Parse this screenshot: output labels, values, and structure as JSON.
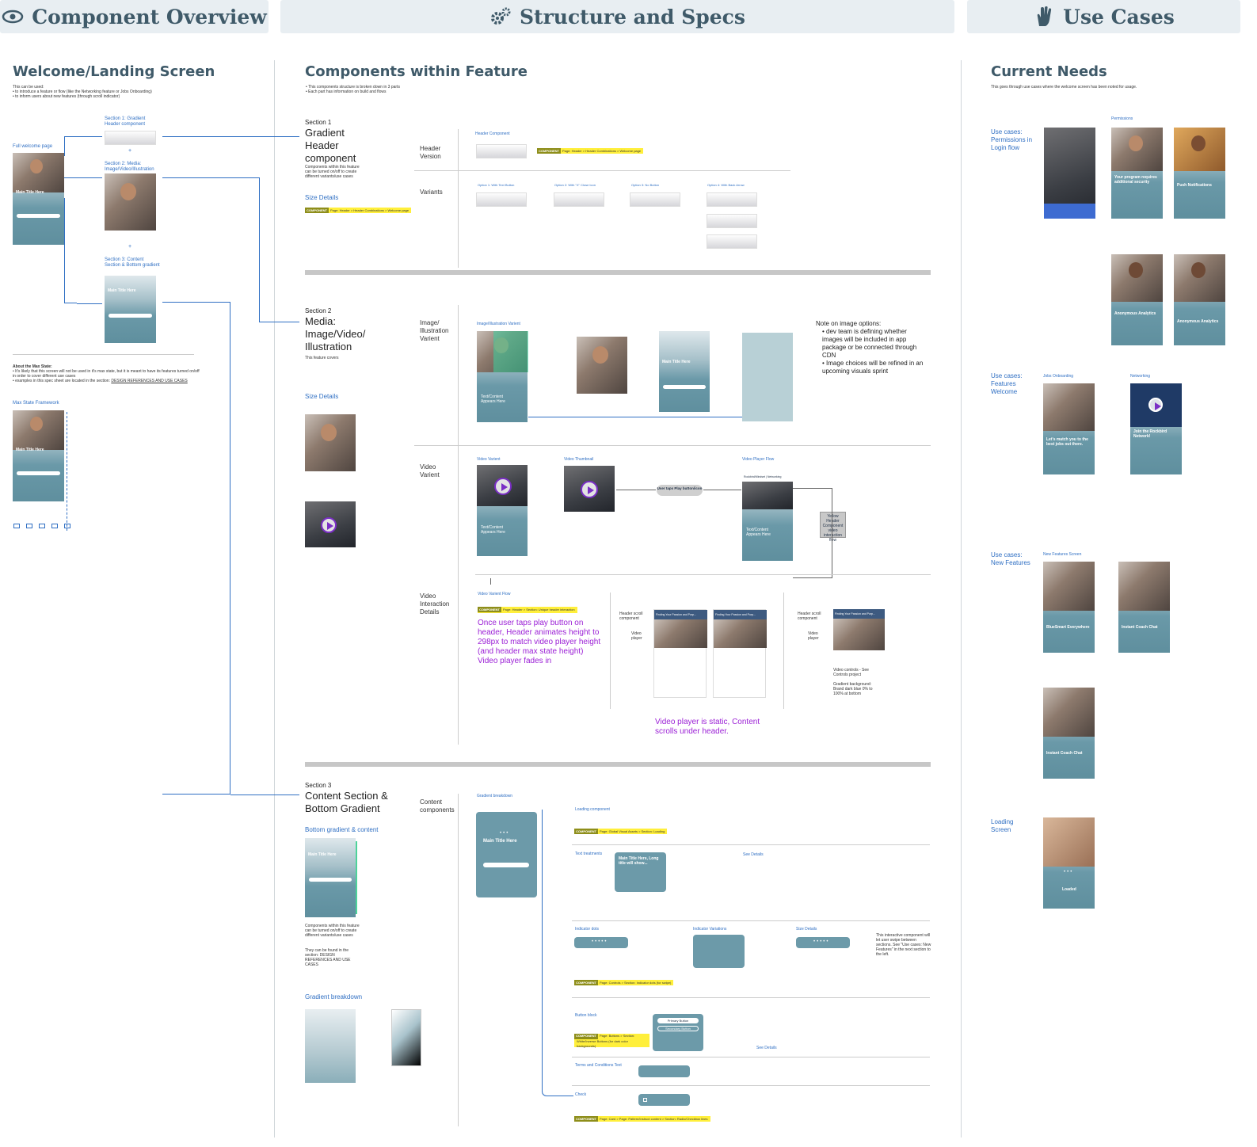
{
  "banners": {
    "overview": "Component Overview",
    "structure": "Structure and Specs",
    "use_cases": "Use Cases"
  },
  "overview": {
    "heading": "Welcome/Landing Screen",
    "intro": "This can be used:",
    "bullets": [
      "to introduce a feature or flow (like the Networking feature or Jobs Onboarding)",
      "to inform users about new features (through scroll indicator)"
    ],
    "full_page_label": "Full welcome page",
    "section1_label": "Section 1: Gradient Header component",
    "section2_label": "Section 2: Media: Image/Video/Illustration",
    "section3_label": "Section 3: Content Section & Bottom gradient",
    "card_title": "Main Title Here",
    "primary_button": "Primary Button",
    "max_state_title": "About the Max State:",
    "max_state_bullets": [
      "It's likely that this screen will not be used in it's max state, but it is meant to have its features turned on/off in order to cover different use cases",
      "examples in this spec sheet are located in the section:"
    ],
    "max_state_link": "DESIGN REFERENCES AND USE CASES",
    "framework_label": "Max State Framework"
  },
  "structure": {
    "heading": "Components within Feature",
    "bullets": [
      "This components structure is broken down in 3 parts",
      "Each part has information on build and flows"
    ],
    "s1": {
      "num": "Section 1",
      "title": "Gradient Header component",
      "desc": "Components within this feature can be turned on/off to create different variants/use cases",
      "size_link": "Size Details",
      "tag_a": "COMPONENT",
      "tag_b": "Page: Header > Header Combinations > Welcome page",
      "row1_label": "Header Version",
      "row1_caption": "Header Component",
      "row2_label": "Variants",
      "variants": [
        "Option 1: With Text Button",
        "Option 2: With \"X\" Close Icon",
        "Option 3: No Button",
        "Option 4: With Back Arrow"
      ]
    },
    "s2": {
      "num": "Section 2",
      "title": "Media: Image/Video/ Illustration",
      "desc": "This feature covers",
      "size_link": "Size Details",
      "row1_label": "Image/ Illustration Varient",
      "row1_caption": "Image/Illustration Varient",
      "text_content": "Text/Content Appears Here",
      "note_title": "Note on image options:",
      "note_bullets": [
        "dev team is defining whether images will be included in app package or be connected through CDN",
        "Image choices will be refined in an upcoming visuals sprint"
      ],
      "row2_label": "Video Varient",
      "video_caption": "Video Varient",
      "video_thumb": "Video Thumbnail",
      "user_taps": "User taps Play button/icon",
      "video_player_flow": "Video Player Flow",
      "player_title": "Rockbird/Mindset | Networking",
      "yellow_box": "Yellow Header Component video interaction flow",
      "row3_label": "Video Interaction Details",
      "video_flow": "Video Varient Flow",
      "tag_b": "Page: Header > Section: Unique header interaction",
      "purple_text": "Once user taps play button on header, Header animates height to 298px to match video player height (and header max state height) Video player fades in",
      "header_scroll": "Header scroll component",
      "video_player": "Video player",
      "card_heading": "Finding Your Passion and Purp...",
      "video_controls": "Video controls - See Controls project",
      "gradient_bg": "Gradient background: Brand dark blue 0% to 100% at bottom",
      "static_note": "Video player is static, Content scrolls under header."
    },
    "s3": {
      "num": "Section 3",
      "title": "Content Section & Bottom Gradient",
      "bottom_link": "Bottom gradient & content",
      "desc": "Components within this feature can be turned on/off to create different variants/use cases",
      "desc2": "They can be found in the section: DESIGN REFERENCES AND USE CASES",
      "breakdown_link": "Gradient breakdown",
      "row_label": "Content components",
      "gradient_caption": "Gradient breakdown",
      "card_title": "Main Title Here",
      "loading": "Loading component",
      "text_treatments": "Text treatments",
      "long_title": "Main Title Here, Long title will show...",
      "indicator_dots": "Indicator dots",
      "indicator_variations": "Indicator Variations",
      "size_details": "Size Details",
      "dots_note": "This interactive component will let user swipe between sections. See \"Use cases: New Features\" in the next section to the left.",
      "button_block": "Button block",
      "primary_button": "Primary Button",
      "secondary_button": "Secondary Button",
      "terms": "Terms and Conditions Text",
      "check": "Check",
      "tag_loading": "Page: Global Visual Assets > Section: Loading",
      "tag_dots": "Page: Controls > Section: Indicator dots (for swipe)",
      "tag_buttons": "Page: Buttons > Section: White/Inverse Buttons (for dark color backgrounds)",
      "tag_check": "Page: Card > Page: Pattern/Instruct content > Section: Radio/Checkbox lines",
      "see_details": "See Details"
    }
  },
  "use_cases": {
    "heading": "Current Needs",
    "intro": "This goes through use cases where the welcome screen has been noted for usage.",
    "uc1_label": "Use cases: Permissions in Login flow",
    "permissions": "Permissions",
    "cards1": [
      "Your program requires additional security",
      "Push Notifications"
    ],
    "cards1b": [
      "Anonymous Analytics",
      "Anonymous Analytics"
    ],
    "uc2_label": "Use cases: Features Welcome",
    "jobs": "Jobs Onboarding",
    "networking": "Networking",
    "cards2": [
      "Let's match you to the best jobs out there.",
      "Join the Rockbird Network!"
    ],
    "uc3_label": "Use cases: New Features",
    "new_features": "New Features Screen",
    "cards3": [
      "BlueSmart Everywhere",
      "Instant Coach Chat",
      "Instant Coach Chat"
    ],
    "uc4_label": "Loading Screen",
    "loading_card": "Loaded"
  }
}
